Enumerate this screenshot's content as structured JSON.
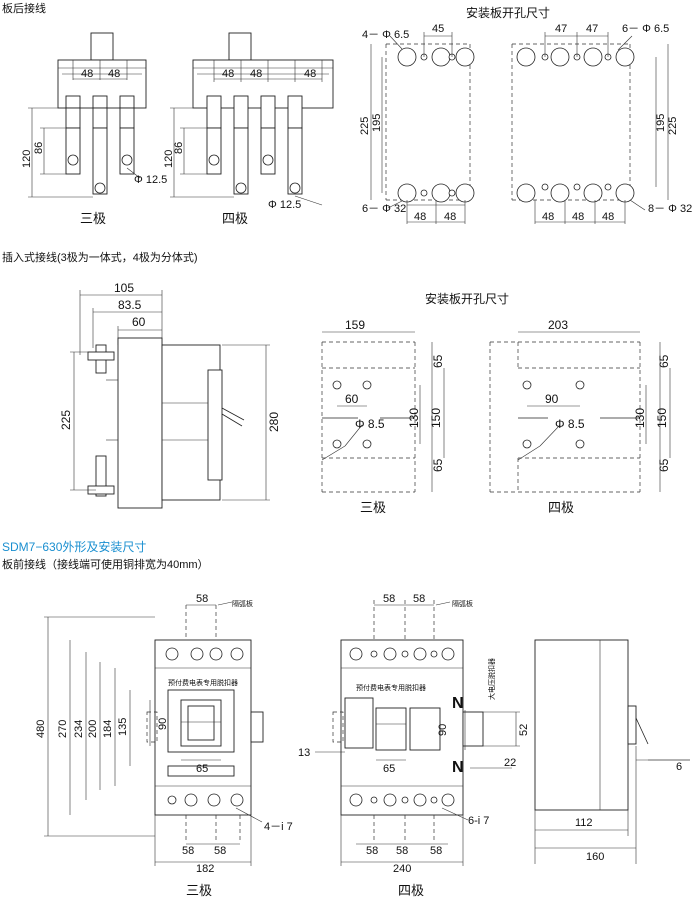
{
  "sections": {
    "rear_wiring_title": "板后接线",
    "panel_cutout_title_1": "安装板开孔尺寸",
    "plug_in_title": "插入式接线(3极为一体式，4极为分体式)",
    "panel_cutout_title_2": "安装板开孔尺寸",
    "model_title": "SDM7−630外形及安装尺寸",
    "front_wiring_title": "板前接线（接线端可使用铜排宽为40mm）"
  },
  "rear3": {
    "d1": "48",
    "d2": "48",
    "h1": "86",
    "h2": "120",
    "hole": "Φ 12.5",
    "name": "三极"
  },
  "rear4": {
    "d1": "48",
    "d2": "48",
    "d3": "48",
    "h1": "86",
    "h2": "120",
    "hole": "Φ 12.5",
    "name": "四极"
  },
  "cut3": {
    "top_holes": "4－ Φ 6.5",
    "top_w": "45",
    "h_outer": "225",
    "h_inner": "195",
    "bot_holes": "6－ Φ 32",
    "b1": "48",
    "b2": "48"
  },
  "cut4": {
    "top_holes": "6－ Φ 6.5",
    "t1": "47",
    "t2": "47",
    "h_inner": "195",
    "h_outer": "225",
    "bot_holes": "8－ Φ 32",
    "b1": "48",
    "b2": "48",
    "b3": "48"
  },
  "plug": {
    "w1": "105",
    "w2": "83.5",
    "w3": "60",
    "h_left": "225",
    "h_right": "280"
  },
  "plugcut3": {
    "w": "159",
    "h_top": "65",
    "h_mid1": "130",
    "h_mid2": "150",
    "h_bot": "65",
    "spacing": "60",
    "hole": "Φ 8.5",
    "name": "三极"
  },
  "plugcut4": {
    "w": "203",
    "h_top": "65",
    "h_mid1": "130",
    "h_mid2": "150",
    "h_bot": "65",
    "spacing": "90",
    "hole": "Φ 8.5",
    "name": "四极"
  },
  "front3": {
    "top": "58",
    "barrier": "隔弧板",
    "label": "预付费电表专用脱扣器",
    "h480": "480",
    "h270": "270",
    "h234": "234",
    "h200": "200",
    "h184": "184",
    "h135": "135",
    "h90": "90",
    "w65": "65",
    "holes": "4－i 7",
    "b1": "58",
    "b2": "58",
    "w_total": "182",
    "name": "三极"
  },
  "front4": {
    "t1": "58",
    "t2": "58",
    "barrier": "隔弧板",
    "label": "预付费电表专用脱扣器",
    "side_label": "大电压脱扣器",
    "n1": "N",
    "n2": "N",
    "h90": "90",
    "w65": "65",
    "d13": "13",
    "d52": "52",
    "d22": "22",
    "holes": "6-i 7",
    "b1": "58",
    "b2": "58",
    "b3": "58",
    "w_total": "240",
    "name": "四极"
  },
  "side": {
    "d6": "6",
    "d112": "112",
    "d160": "160"
  }
}
